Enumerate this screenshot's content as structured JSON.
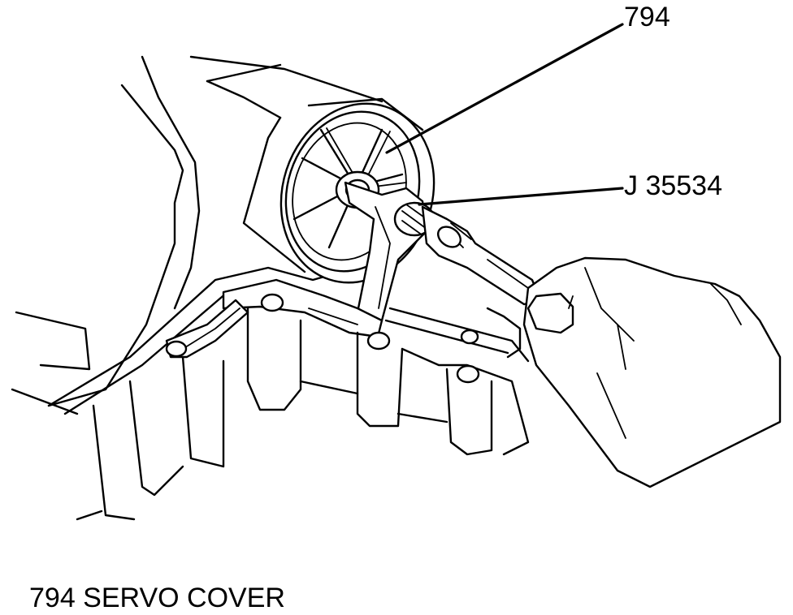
{
  "callouts": {
    "servo_cover_ref": "794",
    "tool_ref": "J 35534"
  },
  "caption": "794 SERVO COVER"
}
